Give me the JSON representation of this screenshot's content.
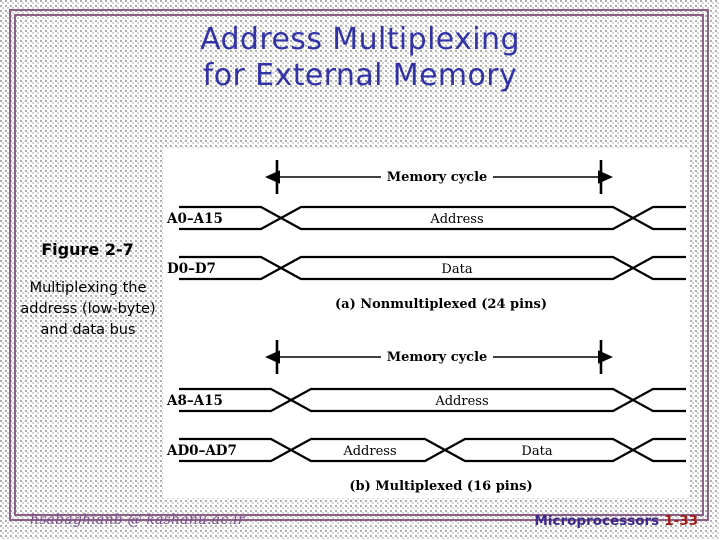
{
  "slide": {
    "title": "Address Multiplexing\nfor External Memory",
    "title_color": "#3333A8",
    "border_color": "#8D5F86",
    "background": "#FFFFFF"
  },
  "figure_caption": {
    "label": "Figure 2-7",
    "description": "Multiplexing the address (low-byte) and data bus"
  },
  "diagram": {
    "panel_background": "#FFFFFF",
    "line_color": "#000000",
    "sections": [
      {
        "id": "a",
        "cycle_label": "Memory cycle",
        "caption": "(a) Nonmultiplexed (24 pins)",
        "rows": [
          {
            "signal": "A0–A15",
            "segments": [
              "Address"
            ]
          },
          {
            "signal": "D0–D7",
            "segments": [
              "Data"
            ]
          }
        ]
      },
      {
        "id": "b",
        "cycle_label": "Memory cycle",
        "caption": "(b) Multiplexed (16 pins)",
        "rows": [
          {
            "signal": "A8–A15",
            "segments": [
              "Address"
            ]
          },
          {
            "signal": "AD0–AD7",
            "segments": [
              "Address",
              "Data"
            ]
          }
        ]
      }
    ]
  },
  "footer": {
    "email": "hsabaghianb @ kashanu.ac.ir",
    "course": "Microprocessors",
    "page": "1-33",
    "email_color": "#7A4F8E",
    "course_color": "#3B2A8C",
    "page_color": "#9C1C14"
  }
}
